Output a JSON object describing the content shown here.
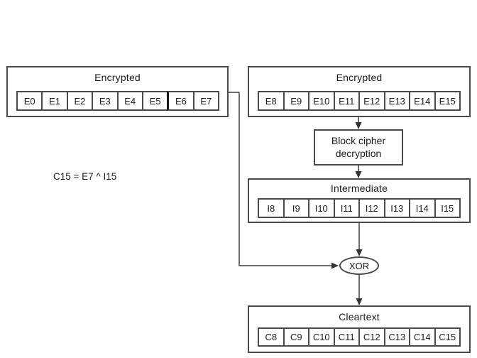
{
  "colors": {
    "border": "#4a4a4a",
    "line": "#3d3d3d",
    "text": "#1c1c1c",
    "background": "#ffffff",
    "bold_divider": "#151515"
  },
  "formula": "C15 = E7 ^ I15",
  "boxes": {
    "encrypted_left": {
      "title": "Encrypted",
      "cells": [
        "E0",
        "E1",
        "E2",
        "E3",
        "E4",
        "E5",
        "E6",
        "E7"
      ],
      "bold_divider_index": 6
    },
    "encrypted_right": {
      "title": "Encrypted",
      "cells": [
        "E8",
        "E9",
        "E10",
        "E11",
        "E12",
        "E13",
        "E14",
        "E15"
      ]
    },
    "block_cipher": {
      "line1": "Block cipher",
      "line2": "decryption"
    },
    "intermediate": {
      "title": "Intermediate",
      "cells": [
        "I8",
        "I9",
        "I10",
        "I11",
        "I12",
        "I13",
        "I14",
        "I15"
      ]
    },
    "xor": {
      "label": "XOR"
    },
    "cleartext": {
      "title": "Cleartext",
      "cells": [
        "C8",
        "C9",
        "C10",
        "C11",
        "C12",
        "C13",
        "C14",
        "C15"
      ]
    }
  }
}
